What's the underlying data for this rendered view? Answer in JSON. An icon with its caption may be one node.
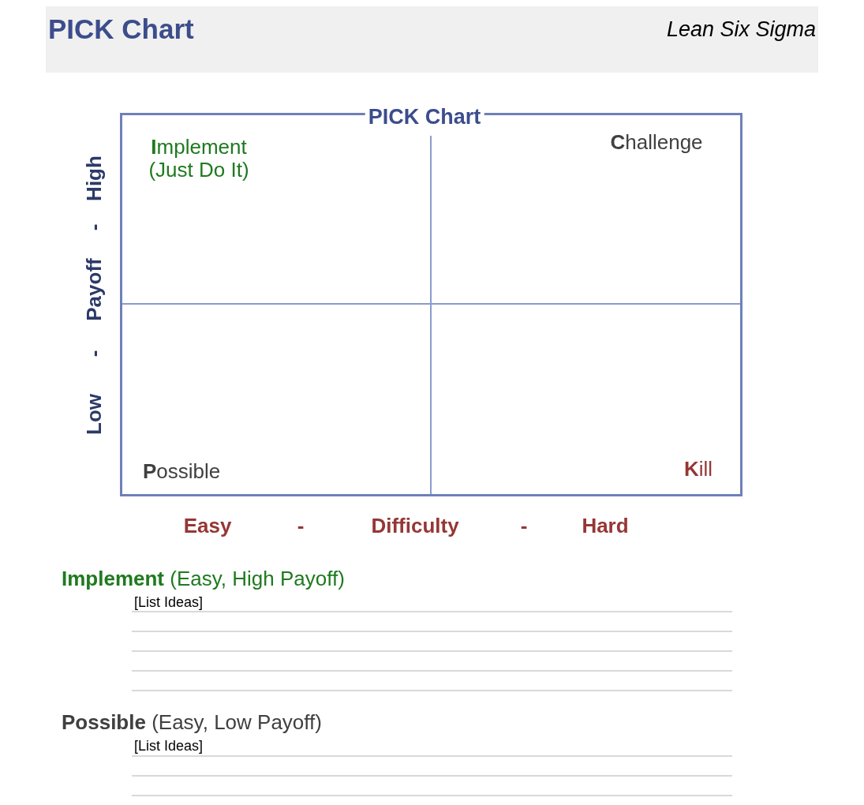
{
  "diagram": {
    "title": "PICK Chart",
    "nodes": [
      {
        "text": [
          "PICK Chart"
        ]
      },
      {
        "text": [
          "**I**mplement (Just Do It)"
        ],
        "in": 0
      },
      {
        "text": [
          "**C**hallenge"
        ],
        "in": 0
      },
      {
        "text": [
          "**P**ossible"
        ],
        "in": 0
      },
      {
        "text": [
          "**K**ill"
        ],
        "in": 0
      }
    ],
    "labels": [
      "Lean Six Sigma",
      "Low",
      "-",
      "Payoff",
      "-",
      "High",
      "Easy",
      "-",
      "Difficulty",
      "-",
      "Hard",
      "**Implement** (Easy, High Payoff)",
      "[List Ideas]",
      "**Possible** (Easy, Low Payoff)",
      "[List Ideas]"
    ]
  }
}
